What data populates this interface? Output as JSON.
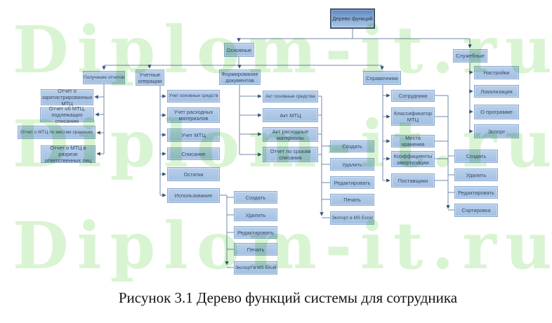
{
  "colors": {
    "node_fill": "#a6c1e3",
    "node_border": "#8ba9cf",
    "root_fill": "#5d87c1",
    "root_border": "#44546a",
    "connector": "#7388aa",
    "arrow": "#3a567c",
    "watermark_green": "#d9f4d2",
    "caption_text": "#141414"
  },
  "watermark": {
    "text": "Diplom-it.ru"
  },
  "caption": {
    "text": "Рисунок 3.1 Дерево функций системы для сотрудника"
  },
  "diagram": {
    "root": {
      "label": "Дерево функций"
    },
    "main": {
      "label": "Основные",
      "groups": [
        {
          "label": "Получение отчетов",
          "items": [
            "Отчет о зарегистрированных МТЦ",
            "Отчет об МТЦ, подлежащих списанию",
            "Отчет о МТЦ по местам хранения",
            "Отчет о МТЦ в разрезе ответственных лиц"
          ]
        },
        {
          "label": "Учетные операции",
          "items": [
            "Учет основных средств",
            "Учет расходных материалов",
            "Учет МТЦ",
            "Списание",
            "Остатки",
            "Использование"
          ],
          "actions": [
            "Создать",
            "Удалить",
            "Редактировать",
            "Печать",
            "Экспорт в MS Excel"
          ]
        },
        {
          "label": "Формирование документов",
          "items": [
            "Акт основные средства",
            "Акт МТЦ",
            "Акт расходные материалы",
            "Отчет по срокам списания"
          ],
          "actions": [
            "Создать",
            "Удалить",
            "Редактировать",
            "Печать",
            "Экспорт в MS Excel"
          ]
        },
        {
          "label": "Справочники",
          "items": [
            "Сотрудники",
            "Классификатор МТЦ",
            "Места хранения",
            "Коэффициенты амортизации",
            "Поставщики"
          ],
          "actions": [
            "Создать",
            "Удалить",
            "Редактировать",
            "Сортировка"
          ]
        }
      ]
    },
    "service": {
      "label": "Служебные",
      "items": [
        "Настройки",
        "Локализация",
        "О программе",
        "Эспорт"
      ]
    }
  }
}
